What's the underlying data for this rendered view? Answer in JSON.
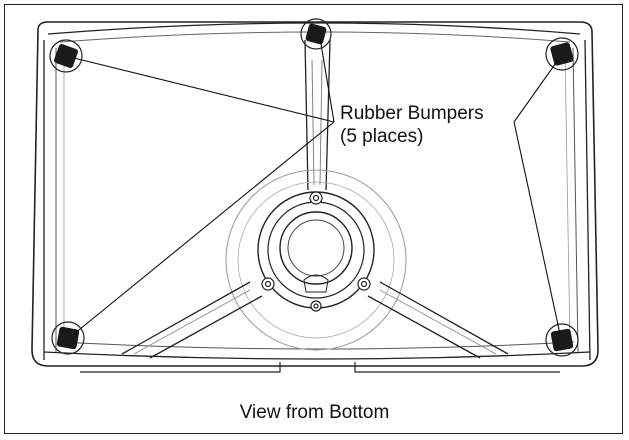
{
  "callout": {
    "line1": "Rubber Bumpers",
    "line2": "(5 places)"
  },
  "caption": "View from Bottom",
  "colors": {
    "line": "#222222",
    "light_line": "#999999",
    "bumper": "#1a1a1a"
  }
}
